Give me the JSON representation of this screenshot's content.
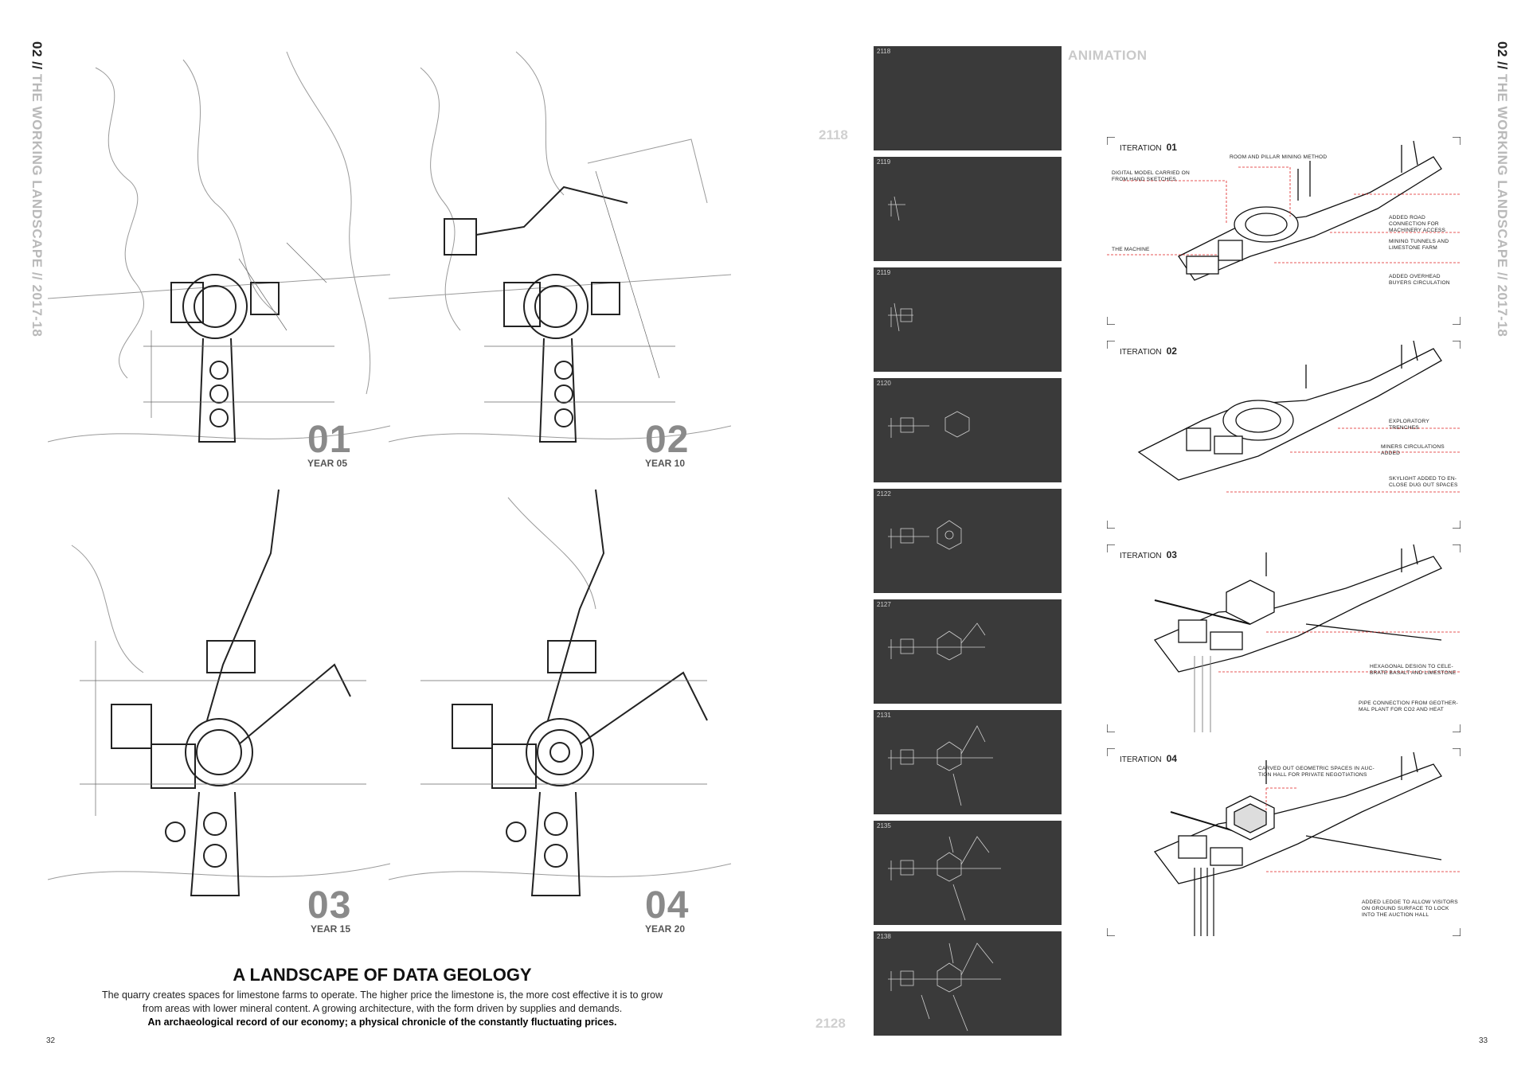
{
  "header": {
    "chapter": "02 //",
    "section": " THE WORKING LANDSCAPE // 2017-18"
  },
  "plans": [
    {
      "num": "01",
      "year": "YEAR 05"
    },
    {
      "num": "02",
      "year": "YEAR 10"
    },
    {
      "num": "03",
      "year": "YEAR 15"
    },
    {
      "num": "04",
      "year": "YEAR 20"
    }
  ],
  "article": {
    "title": "A LANDSCAPE OF DATA GEOLOGY",
    "line1": "The quarry creates spaces for limestone farms to operate. The higher price the limestone is, the more cost effective it is to grow",
    "line2": "from areas with lower mineral content. A growing architecture, with the form driven by supplies and demands.",
    "line3": "An archaeological record of our economy; a physical chronicle of the constantly fluctuating prices."
  },
  "pages": {
    "left": "32",
    "right": "33"
  },
  "animation": {
    "title": "ANIMATION",
    "year_top": "2118",
    "year_bottom": "2128",
    "frames": [
      "2118",
      "2119",
      "2119",
      "2120",
      "2122",
      "2127",
      "2131",
      "2135",
      "2138"
    ]
  },
  "iterations": [
    {
      "label": "ITERATION",
      "num": "01",
      "notes": [
        "Room and pillar mining method",
        "Digital model carried on from hand sketches.",
        "Added road connection for machinery access",
        "The machine",
        "Mining tunnels and limestone farm",
        "Added overhead buyers circulation"
      ]
    },
    {
      "label": "ITERATION",
      "num": "02",
      "notes": [
        "Exploratory trenches",
        "Miners circulations added",
        "Skylight added to en- close dug out spaces"
      ]
    },
    {
      "label": "ITERATION",
      "num": "03",
      "notes": [
        "Hexagonal design to cele- brate basalt and limestone",
        "Pipe connection from geother- mal plant for co2 and heat"
      ]
    },
    {
      "label": "ITERATION",
      "num": "04",
      "notes": [
        "Carved out geometric spaces in auc- tion hall for private negotiations",
        "Added ledge to allow visitors on ground surface to lock into the auction hall"
      ]
    }
  ],
  "colors": {
    "accent": "#e02020",
    "frame_bg": "#3a3a3a",
    "grey_text": "#8a8a8a"
  }
}
